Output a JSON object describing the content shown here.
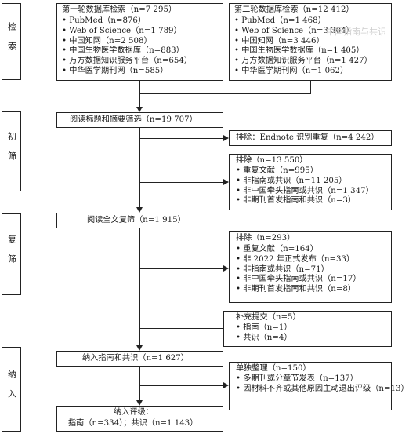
{
  "stages": [
    "检索",
    "初筛",
    "复筛",
    "纳入"
  ],
  "search1": {
    "title": "第一轮数据库检索（n=7 295）",
    "items": [
      "PubMed（n=876）",
      "Web of Science（n=1 789）",
      "中国知网（n=2 508）",
      "中国生物医学数据库（n=883）",
      "万方数据知识服务平台（n=654）",
      "中华医学期刊网（n=585）"
    ]
  },
  "search2": {
    "title": "第二轮数据库检索（n=12 412）",
    "items": [
      "PubMed（n=1 468）",
      "Web of Science（n=3 304）",
      "中国知网（n=3 446）",
      "中国生物医学数据库（n=1 405）",
      "万方数据知识服务平台（n=1 427）",
      "中华医学期刊网（n=1 062）"
    ]
  },
  "screen1": "阅读标题和摘要筛选（n=19 707）",
  "dedup": "排除：Endnote 识别重复（n=4 242）",
  "exclude1": {
    "title": "排除（n=13 550）",
    "items": [
      "重复文献（n=995）",
      "非指南或共识（n=11 205）",
      "非中国牵头指南或共识（n=1 347）",
      "非期刊首发指南和共识（n=3）"
    ]
  },
  "screen2": "阅读全文复筛（n=1 915）",
  "exclude2": {
    "title": "排除（n=293）",
    "items": [
      "重复文献（n=164）",
      "非 2022 年正式发布（n=33）",
      "非指南或共识（n=71）",
      "非中国牵头指南或共识（n=17）",
      "非期刊首发指南和共识（n=8）"
    ]
  },
  "supplement": {
    "title": "补充提交（n=5）",
    "items": [
      "指南（n=1）",
      "共识（n=4）"
    ]
  },
  "included": "纳入指南和共识（n=1 627）",
  "separate": {
    "title": "单独整理（n=150）",
    "items": [
      "多期刊或分章节发表（n=137）",
      "因材料不齐或其他原因主动退出评级（n=13）"
    ]
  },
  "rated": {
    "line1": "纳入评级：",
    "line2": "指南（n=334）；共识（n=1 143）"
  },
  "watermark": "中国指南与共识"
}
